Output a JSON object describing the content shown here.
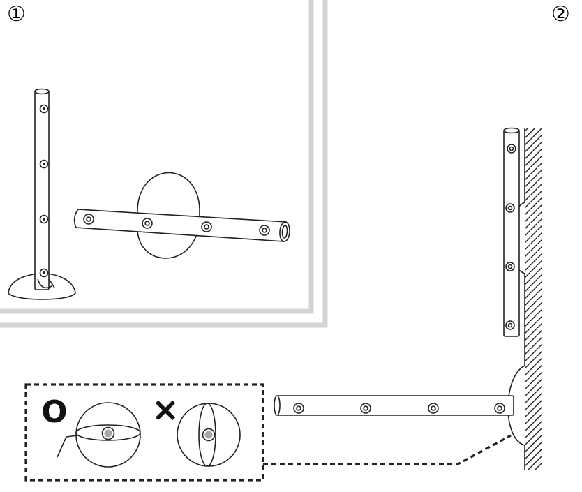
{
  "steps": [
    {
      "number": "1",
      "label": "①"
    },
    {
      "number": "2",
      "label": "②"
    }
  ],
  "markers": {
    "correct": "O",
    "incorrect": "×"
  },
  "colors": {
    "line": "#222222",
    "frame": "#d4d4d4",
    "dot": "#a8a8a8",
    "background": "#ffffff"
  },
  "icons": [
    "light-bar-icon",
    "stand-base-icon",
    "wall-mount-icon",
    "correct-mark-icon",
    "incorrect-mark-icon"
  ]
}
